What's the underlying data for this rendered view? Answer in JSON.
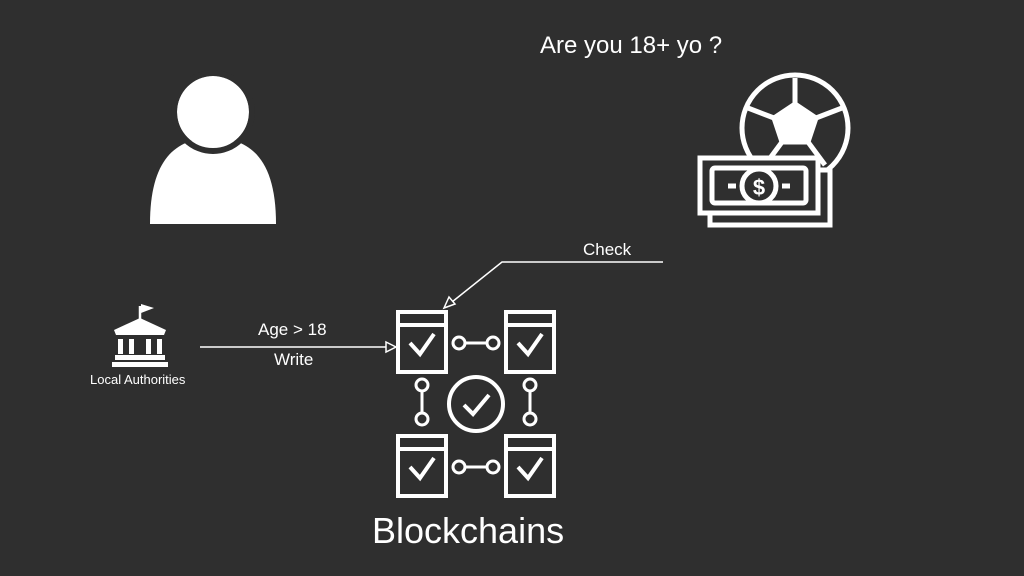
{
  "question": "Are you 18+ yo ?",
  "check_label": "Check",
  "age_label": "Age > 18",
  "write_label": "Write",
  "authority_label": "Local Authorities",
  "blockchain_title": "Blockchains",
  "icons": {
    "user": "user-icon",
    "authority": "government-building-icon",
    "betting": "soccer-ball-money-icon",
    "blockchain": "blockchain-network-icon"
  },
  "colors": {
    "background": "#2f2f2f",
    "foreground": "#ffffff"
  }
}
